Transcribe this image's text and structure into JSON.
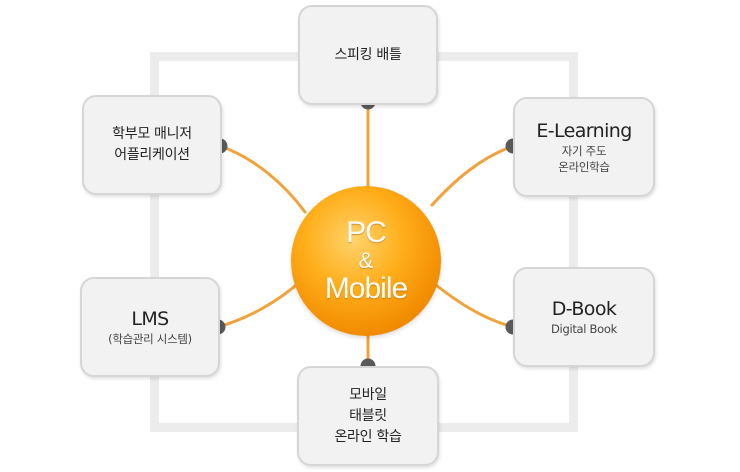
{
  "center": {
    "line1": "PC",
    "line2": "&",
    "line3": "Mobile"
  },
  "nodes": {
    "speaking_battle": {
      "line1": "스피킹 배틀"
    },
    "parent_app": {
      "line1": "학부모 매니저",
      "line2": "어플리케이션"
    },
    "elearning": {
      "title": "E-Learning",
      "sub1": "자기 주도",
      "sub2": "온라인학습"
    },
    "lms": {
      "title": "LMS",
      "sub1": "(학습관리 시스템)"
    },
    "dbook": {
      "title": "D-Book",
      "sub1": "Digital Book"
    },
    "mobile": {
      "line1": "모바일",
      "line2": "태블릿",
      "line3": "온라인 학습"
    }
  },
  "colors": {
    "connector": "#f2a23a",
    "dot": "#5a5a5a",
    "frame": "#ececec",
    "box_bg": "#f2f2f2",
    "box_border": "#d6d6d6"
  }
}
